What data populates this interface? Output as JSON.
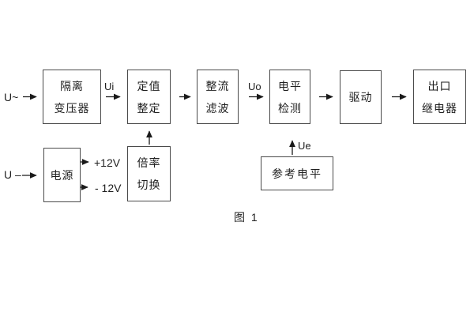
{
  "diagram": {
    "caption": "图 1",
    "inputs": {
      "ac": "U~",
      "dc": "U –"
    },
    "signals": {
      "ui": "Ui",
      "uo": "Uo",
      "ue": "Ue"
    },
    "rails": {
      "pos": "+12V",
      "neg": "- 12V"
    },
    "blocks": {
      "transformer": {
        "line1": "隔离",
        "line2": "变压器"
      },
      "setting": {
        "line1": "定值",
        "line2": "整定"
      },
      "rectifier": {
        "line1": "整流",
        "line2": "滤波"
      },
      "detector": {
        "line1": "电平",
        "line2": "检测"
      },
      "driver": {
        "label": "驱动"
      },
      "relay": {
        "line1": "出口",
        "line2": "继电器"
      },
      "power": {
        "label": "电源"
      },
      "multiplier": {
        "line1": "倍率",
        "line2": "切换"
      },
      "reference": {
        "label": "参考电平"
      }
    },
    "colors": {
      "border": "#4a4a4a",
      "text": "#1f1f1f",
      "background": "#ffffff",
      "arrow": "#1a1a1a"
    }
  }
}
